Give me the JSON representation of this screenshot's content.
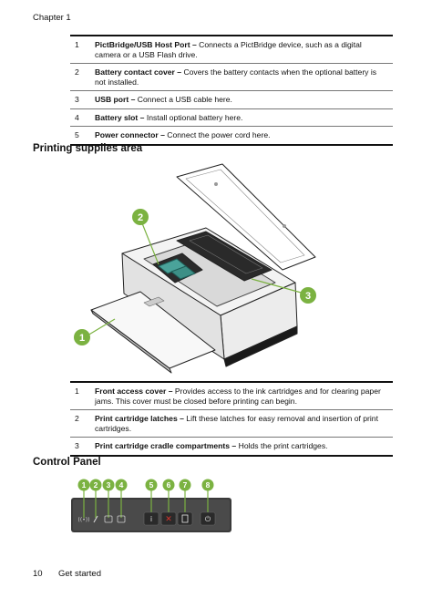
{
  "header": {
    "chapter": "Chapter 1"
  },
  "table1": [
    {
      "num": "1",
      "term": "PictBridge/USB Host Port –",
      "desc": " Connects a PictBridge device, such as a digital camera or a USB Flash drive."
    },
    {
      "num": "2",
      "term": "Battery contact cover –",
      "desc": " Covers the battery contacts when the optional battery is not installed."
    },
    {
      "num": "3",
      "term": "USB port –",
      "desc": " Connect a USB cable here."
    },
    {
      "num": "4",
      "term": "Battery slot –",
      "desc": " Install optional battery here."
    },
    {
      "num": "5",
      "term": "Power connector –",
      "desc": " Connect the power cord here."
    }
  ],
  "printing_supplies": {
    "heading": "Printing supplies area",
    "callouts": [
      "1",
      "2",
      "3"
    ]
  },
  "table2": [
    {
      "num": "1",
      "term": "Front access cover –",
      "desc": " Provides access to the ink cartridges and for clearing paper jams. This cover must be closed before printing can begin."
    },
    {
      "num": "2",
      "term": "Print cartridge latches –",
      "desc": " Lift these latches for easy removal and insertion of print cartridges."
    },
    {
      "num": "3",
      "term": "Print cartridge cradle compartments –",
      "desc": " Holds the print cartridges."
    }
  ],
  "control_panel": {
    "heading": "Control Panel",
    "callouts": [
      "1",
      "2",
      "3",
      "4",
      "5",
      "6",
      "7",
      "8"
    ]
  },
  "footer": {
    "page_number": "10",
    "section": "Get started"
  },
  "colors": {
    "callout_green": "#7bb241",
    "panel_dark": "#3a3a3a",
    "cancel_red": "#d9342b"
  }
}
